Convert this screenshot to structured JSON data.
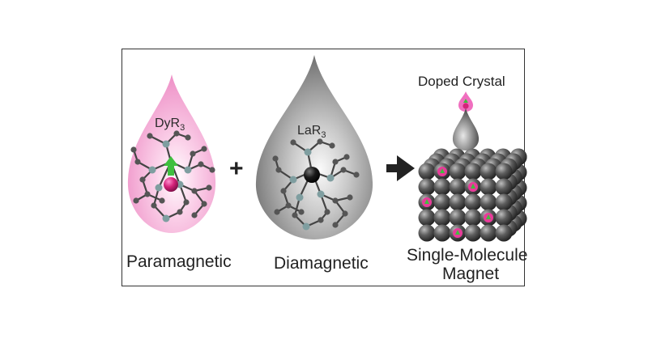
{
  "reagents": {
    "dy_label_main": "DyR",
    "dy_label_sub": "3",
    "la_label_main": "LaR",
    "la_label_sub": "3"
  },
  "captions": {
    "paramagnetic": "Paramagnetic",
    "diamagnetic": "Diamagnetic",
    "smm_line1": "Single-Molecule",
    "smm_line2": "Magnet",
    "doped_crystal": "Doped Crystal"
  },
  "operators": {
    "plus": "+"
  },
  "colors": {
    "dy_drop": "#f3a9d6",
    "la_drop": "#8d8d8d",
    "dy_atom": "#d4237a",
    "la_atom": "#111111",
    "spin_arrow": "#3fbf3f",
    "bond_atom": "#5a5a5a",
    "donor_atom": "#7f9ea0"
  }
}
